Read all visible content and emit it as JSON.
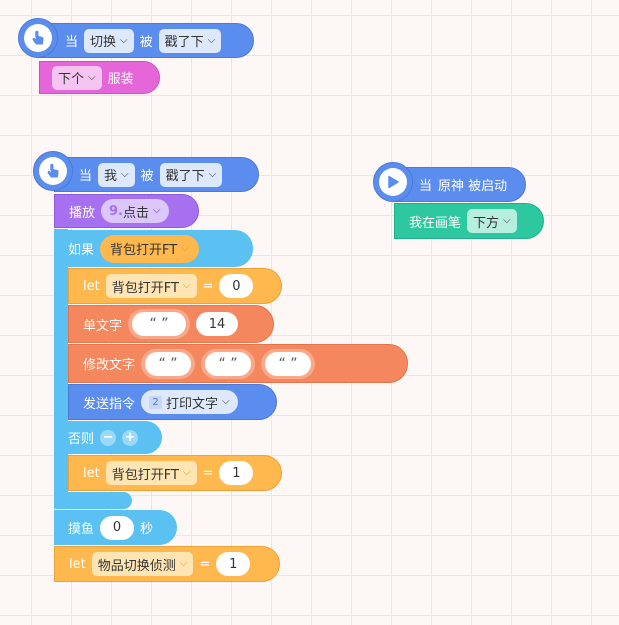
{
  "script1": {
    "hat": {
      "when": "当",
      "target": "切换",
      "action": "被",
      "event": "戳了下"
    },
    "next_costume": {
      "option": "下个",
      "label": "服装"
    }
  },
  "script2": {
    "hat": {
      "when": "当",
      "target": "我",
      "action": "被",
      "event": "戳了下"
    },
    "play_sound": {
      "label": "播放",
      "sound_number": "9.",
      "sound_name": "点击"
    },
    "if_block": {
      "label": "如果",
      "condition": "背包打开FT"
    },
    "let1": {
      "keyword": "let",
      "variable": "背包打开FT",
      "eq": "=",
      "value": "0"
    },
    "single_char": {
      "label": "单文字",
      "quote": "“ ”",
      "value": "14"
    },
    "modify_text": {
      "label": "修改文字",
      "quote1": "“ ”",
      "quote2": "“ ”",
      "quote3": "“ ”"
    },
    "send_command": {
      "label": "发送指令",
      "badge": "2",
      "command": "打印文字"
    },
    "else_block": {
      "label": "否则",
      "minus": "−",
      "plus": "+"
    },
    "let2": {
      "keyword": "let",
      "variable": "背包打开FT",
      "eq": "=",
      "value": "1"
    },
    "wait": {
      "label": "摸鱼",
      "value": "0",
      "unit": "秒"
    },
    "let3": {
      "keyword": "let",
      "variable": "物品切换侦测",
      "eq": "=",
      "value": "1"
    }
  },
  "script3": {
    "hat": {
      "when": "当",
      "title": "原神 被启动"
    },
    "pen": {
      "label": "我在画笔",
      "option": "下方"
    }
  },
  "icons": {
    "touch": "hand-pointer-icon",
    "start": "play-icon",
    "dropdown": "chevron-down-icon"
  },
  "colors": {
    "event": "#5b8def",
    "looks": "#e566d8",
    "sound": "#a670f0",
    "control": "#5bc1f2",
    "variable": "#ffb84d",
    "operator": "#f5875f",
    "pen": "#2ec8a0"
  }
}
